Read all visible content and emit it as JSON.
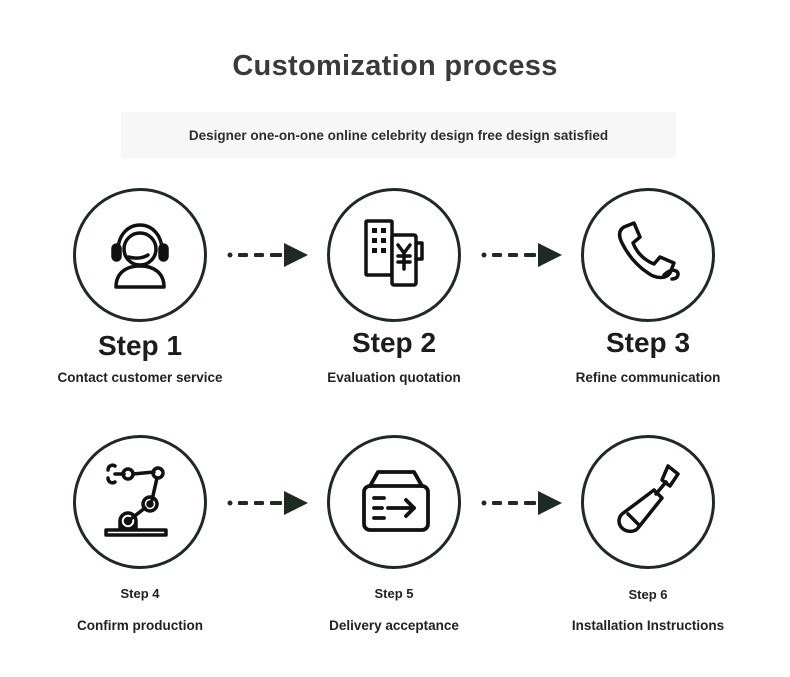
{
  "header": {
    "title": "Customization process",
    "subtitle": "Designer one-on-one online celebrity design free design satisfied"
  },
  "steps": [
    {
      "label": "Step 1",
      "description": "Contact customer service",
      "icon": "headset-agent-icon"
    },
    {
      "label": "Step 2",
      "description": "Evaluation quotation",
      "icon": "building-yen-icon"
    },
    {
      "label": "Step 3",
      "description": "Refine communication",
      "icon": "phone-icon"
    },
    {
      "label": "Step 4",
      "description": "Confirm production",
      "icon": "robot-arm-icon"
    },
    {
      "label": "Step 5",
      "description": "Delivery acceptance",
      "icon": "delivery-box-icon"
    },
    {
      "label": "Step 6",
      "description": "Installation Instructions",
      "icon": "screwdriver-icon"
    }
  ],
  "colors": {
    "stroke": "#1f2a23",
    "text": "#222222"
  }
}
